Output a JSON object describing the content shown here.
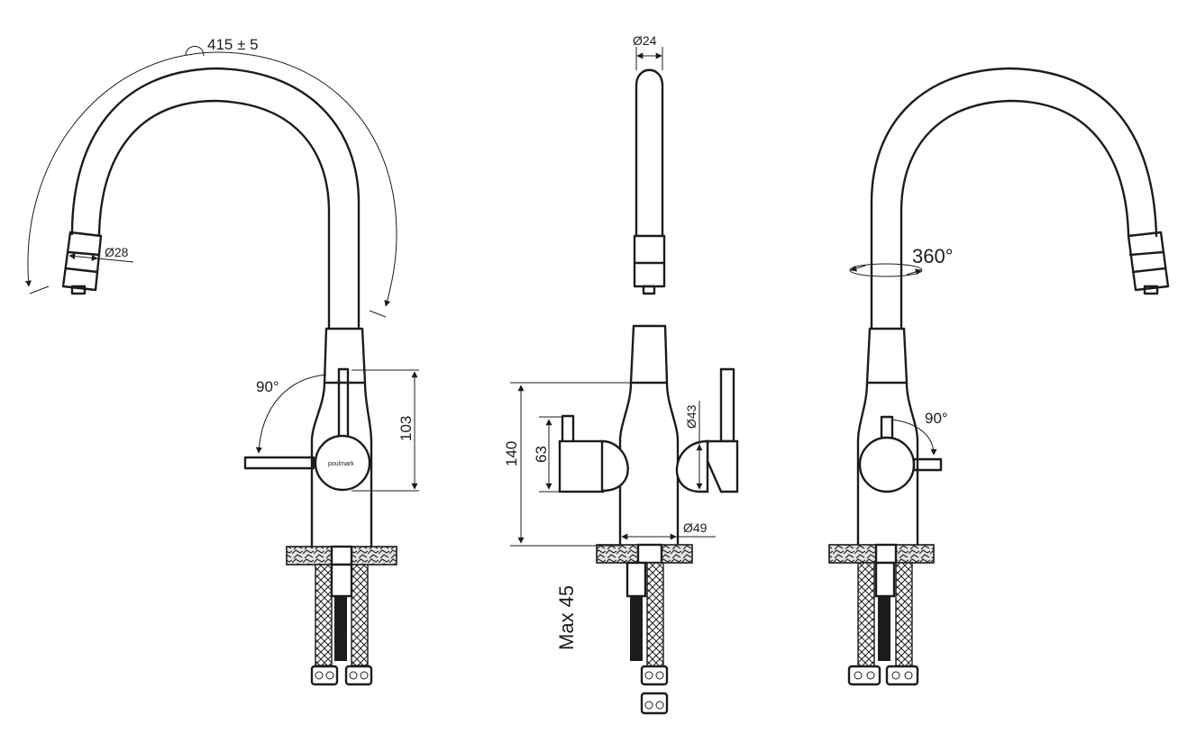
{
  "drawing": {
    "brand": "poulmark",
    "views": {
      "left": {
        "spout_arc": "415 ± 5",
        "spout_diameter": "Ø28",
        "lever_rotation": "90°",
        "body_height": "103"
      },
      "middle": {
        "spout_diameter": "Ø24",
        "body_diameter": "Ø43",
        "base_diameter": "Ø49",
        "total_height": "140",
        "lever_height": "63",
        "max_countertop": "Max 45"
      },
      "right": {
        "spout_rotation": "360°",
        "lever_rotation": "90°"
      }
    }
  }
}
